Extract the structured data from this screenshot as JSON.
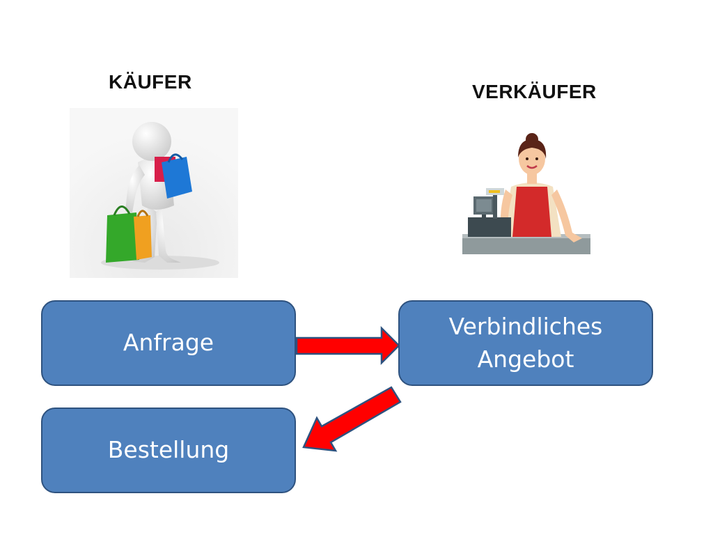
{
  "roles": {
    "buyer": "KÄUFER",
    "seller": "VERKÄUFER"
  },
  "steps": {
    "request": "Anfrage",
    "offer": "Verbindliches Angebot",
    "order": "Bestellung"
  },
  "colors": {
    "box_fill": "#4f81bd",
    "box_border": "#2e527f",
    "arrow_fill": "#ff0000",
    "arrow_border": "#2e527f"
  }
}
